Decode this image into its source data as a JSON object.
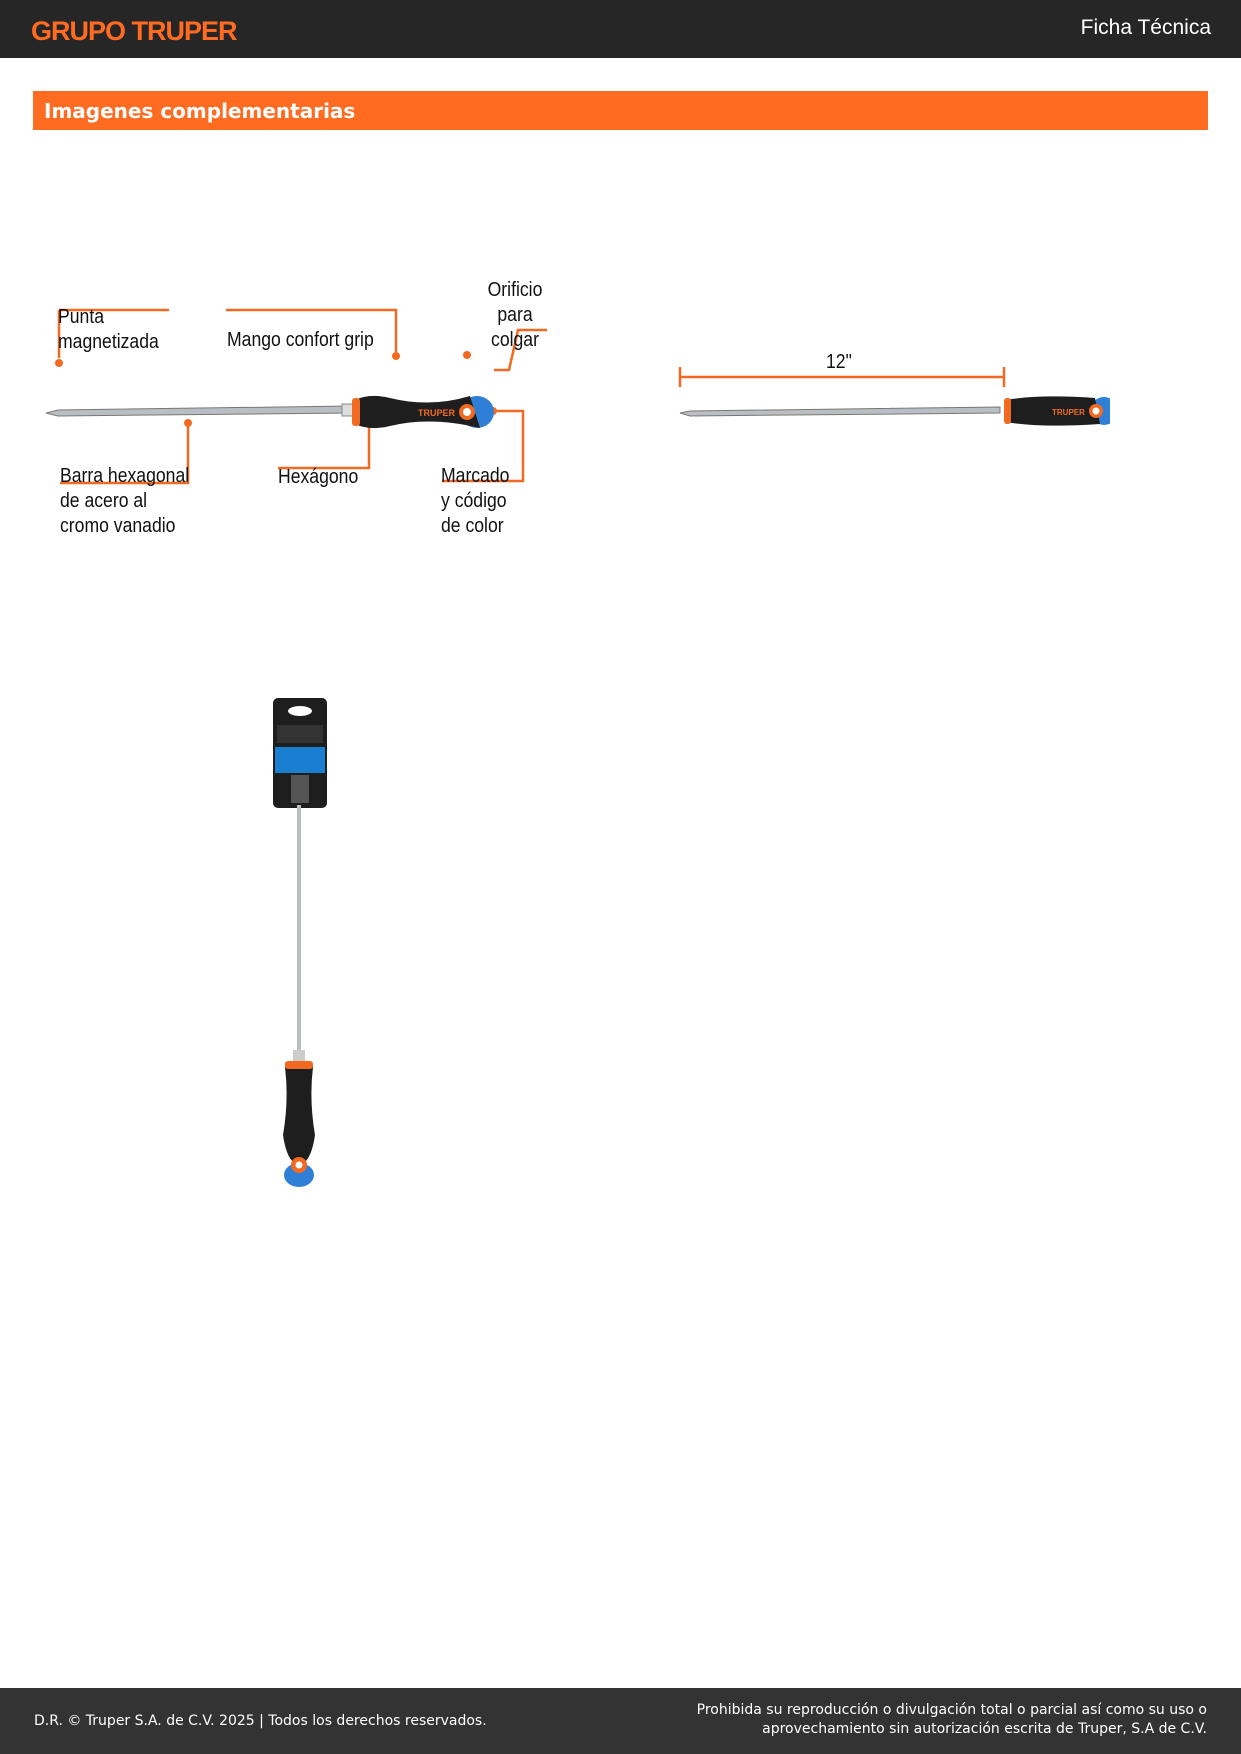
{
  "header": {
    "brand": "GRUPO TRUPER",
    "doc_type": "Ficha Técnica"
  },
  "section": {
    "title": "Imagenes complementarias"
  },
  "annotated": {
    "tip": "Punta magnetizada",
    "handle": "Mango confort grip",
    "hole": "Orificio para colgar",
    "bar": "Barra hexagonal de acero al cromo vanadio",
    "hex": "Hexágono",
    "marking": "Marcado y código de color",
    "brand_on_handle": "TRUPER"
  },
  "dimension": {
    "length": "12\""
  },
  "colors": {
    "accent": "#ff6b21",
    "dark": "#262626",
    "blue": "#2f7fd6"
  },
  "footer": {
    "left": "D.R. © Truper S.A. de C.V. 2025 | Todos los derechos reservados.",
    "right_line1": "Prohibida su reproducción o divulgación total o parcial así como su uso o",
    "right_line2": "aprovechamiento sin autorización escrita de Truper, S.A de C.V."
  }
}
